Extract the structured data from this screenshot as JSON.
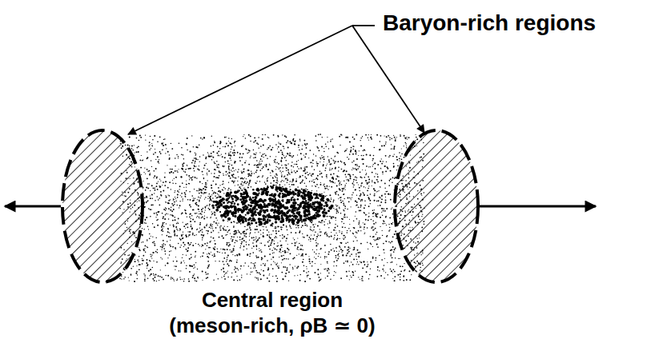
{
  "diagram": {
    "labels": [
      "Baryon-rich regions",
      "Central region",
      "(meson-rich, ρB ≃ 0)"
    ]
  }
}
